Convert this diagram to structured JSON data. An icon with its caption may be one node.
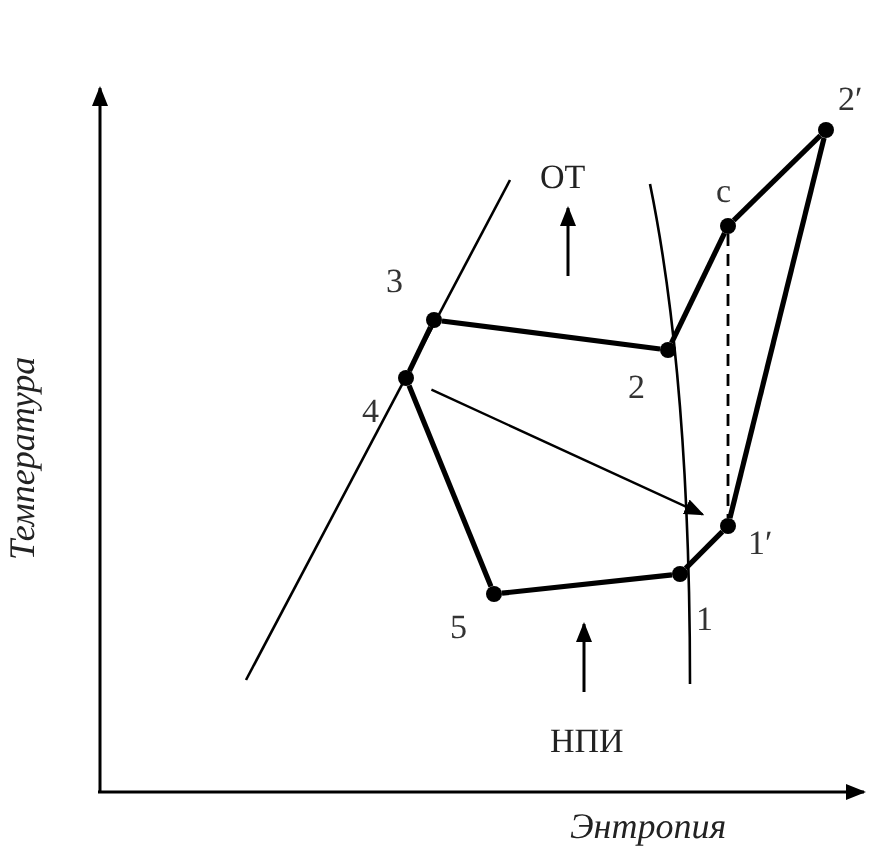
{
  "diagram": {
    "nodes": [
      {
        "text": [
          "1"
        ]
      },
      {
        "text": [
          "1′"
        ]
      },
      {
        "text": [
          "2"
        ]
      },
      {
        "text": [
          "c"
        ]
      },
      {
        "text": [
          "2′"
        ]
      },
      {
        "text": [
          "3"
        ]
      },
      {
        "text": [
          "4"
        ]
      },
      {
        "text": [
          "5"
        ]
      }
    ],
    "edges": [
      {
        "from": 0,
        "to": 1,
        "arrow": "none"
      },
      {
        "from": 1,
        "to": 4,
        "arrow": "none"
      },
      {
        "from": 4,
        "to": 3,
        "arrow": "none"
      },
      {
        "from": 3,
        "to": 2,
        "arrow": "none"
      },
      {
        "from": 2,
        "to": 5,
        "arrow": "none"
      },
      {
        "from": 5,
        "to": 6,
        "arrow": "none"
      },
      {
        "from": 6,
        "to": 7,
        "arrow": "none"
      },
      {
        "from": 7,
        "to": 0,
        "arrow": "none"
      },
      {
        "from": 3,
        "to": 1,
        "arrow": "none",
        "style": "dashed"
      },
      {
        "from": 6,
        "to": 1,
        "arrow": "to"
      }
    ],
    "labels": [
      "ОТ",
      "НПИ",
      "Температура",
      "Энтропия"
    ]
  }
}
